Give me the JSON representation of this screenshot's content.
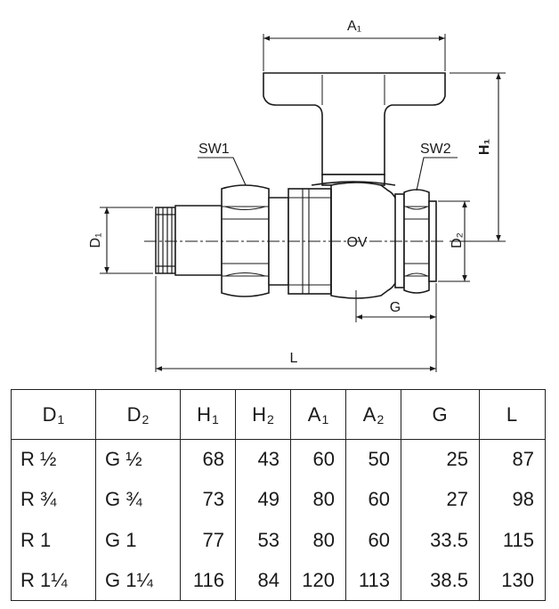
{
  "drawing": {
    "labels": {
      "a1": "A₁",
      "h1": "H₁",
      "sw1": "SW1",
      "sw2": "SW2",
      "d1": "D₁",
      "d2": "D₂",
      "ov": "OV",
      "g": "G",
      "l": "L"
    }
  },
  "table": {
    "headers": [
      {
        "main": "D",
        "sub": "1"
      },
      {
        "main": "D",
        "sub": "2"
      },
      {
        "main": "H",
        "sub": "1"
      },
      {
        "main": "H",
        "sub": "2"
      },
      {
        "main": "A",
        "sub": "1"
      },
      {
        "main": "A",
        "sub": "2"
      },
      {
        "main": "G",
        "sub": ""
      },
      {
        "main": "L",
        "sub": ""
      }
    ],
    "rows": [
      [
        "R ½",
        "G ½",
        "68",
        "43",
        "60",
        "50",
        "25",
        "87"
      ],
      [
        "R ¾",
        "G ¾",
        "73",
        "49",
        "80",
        "60",
        "27",
        "98"
      ],
      [
        "R 1",
        "G 1",
        "77",
        "53",
        "80",
        "60",
        "33.5",
        "115"
      ],
      [
        "R 1¼",
        "G 1¼",
        "116",
        "84",
        "120",
        "113",
        "38.5",
        "130"
      ]
    ]
  }
}
